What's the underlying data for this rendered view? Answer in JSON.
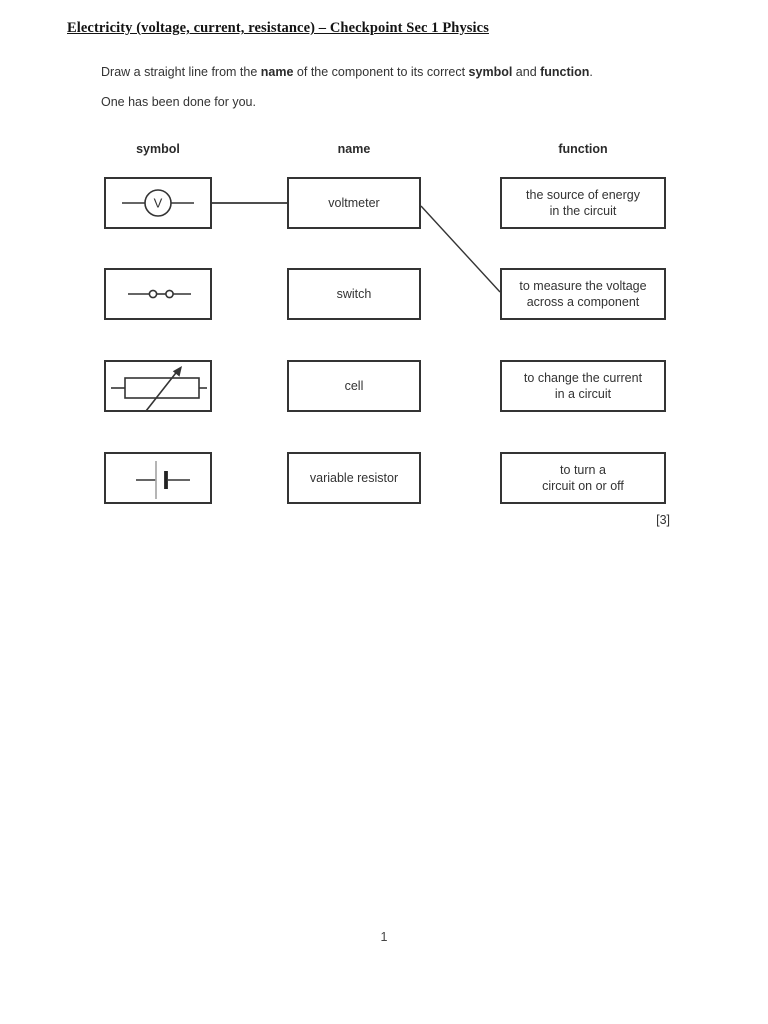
{
  "document": {
    "title": "Electricity (voltage, current, resistance) – Checkpoint Sec 1 Physics",
    "instructions": {
      "part1": "Draw a straight line from the ",
      "bold1": "name",
      "part2": " of the component to its correct ",
      "bold2": "symbol",
      "part3": " and ",
      "bold3": "function",
      "part4": ".",
      "line2": "One has been done for you."
    },
    "columns": {
      "symbol": "symbol",
      "name": "name",
      "function": "function"
    },
    "symbols": [
      {
        "icon": "voltmeter-circuit-symbol-icon",
        "label": "V"
      },
      {
        "icon": "switch-circuit-symbol-icon"
      },
      {
        "icon": "variable-resistor-circuit-symbol-icon"
      },
      {
        "icon": "cell-circuit-symbol-icon"
      }
    ],
    "names": [
      "voltmeter",
      "switch",
      "cell",
      "variable resistor"
    ],
    "functions": [
      {
        "line1": "the source of energy",
        "line2": "in the circuit"
      },
      {
        "line1": "to measure the voltage",
        "line2": "across a component"
      },
      {
        "line1": "to change the current",
        "line2": "in a circuit"
      },
      {
        "line1": "to turn a",
        "line2": "circuit on or off"
      }
    ],
    "example_connections": [
      {
        "from": "voltmeter symbol box",
        "to": "voltmeter name box"
      },
      {
        "from": "voltmeter name box",
        "to": "to measure the voltage function box"
      }
    ],
    "marks": "[3]",
    "page_number": "1"
  },
  "colors": {
    "ink": "#343434",
    "paper": "#ffffff",
    "cell_long_terminal_line": "#9c9c9c"
  }
}
